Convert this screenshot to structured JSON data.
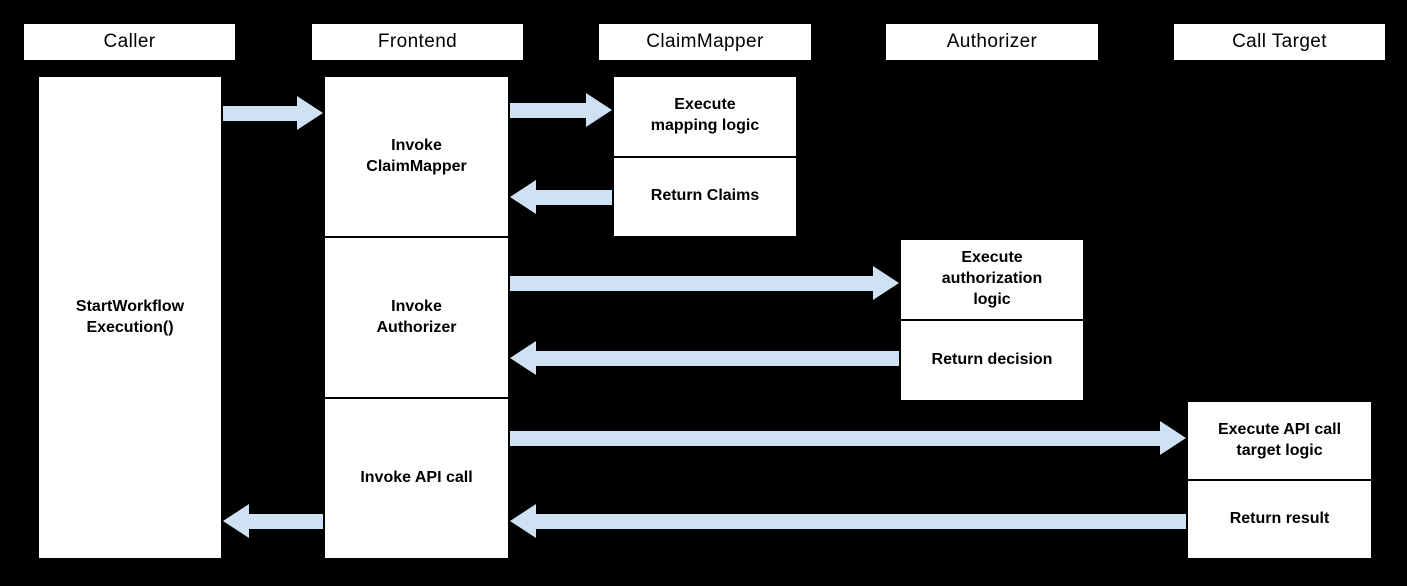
{
  "theme": {
    "background": "#000000",
    "box_fill": "#ffffff",
    "box_border": "#000000",
    "arrow_fill": "#cfe2f3",
    "text_color": "#000000"
  },
  "diagram": {
    "lanes": [
      {
        "label": "Caller"
      },
      {
        "label": "Frontend"
      },
      {
        "label": "ClaimMapper"
      },
      {
        "label": "Authorizer"
      },
      {
        "label": "Call Target"
      }
    ],
    "nodes": {
      "caller_activity": "StartWorkflow\nExecution()",
      "frontend_step1": "Invoke\nClaimMapper",
      "frontend_step2": "Invoke\nAuthorizer",
      "frontend_step3": "Invoke API call",
      "claimmapper_execute": "Execute\nmapping logic",
      "claimmapper_return": "Return Claims",
      "authorizer_execute": "Execute\nauthorization\nlogic",
      "authorizer_return": "Return decision",
      "calltarget_execute": "Execute API call\ntarget logic",
      "calltarget_return": "Return result"
    },
    "arrows": [
      {
        "name": "caller-to-frontend",
        "direction": "right"
      },
      {
        "name": "frontend-to-claimmapper",
        "direction": "right"
      },
      {
        "name": "claimmapper-to-frontend",
        "direction": "left"
      },
      {
        "name": "frontend-to-authorizer",
        "direction": "right"
      },
      {
        "name": "authorizer-to-frontend",
        "direction": "left"
      },
      {
        "name": "frontend-to-calltarget",
        "direction": "right"
      },
      {
        "name": "calltarget-to-frontend",
        "direction": "left"
      },
      {
        "name": "frontend-to-caller",
        "direction": "left"
      }
    ]
  }
}
